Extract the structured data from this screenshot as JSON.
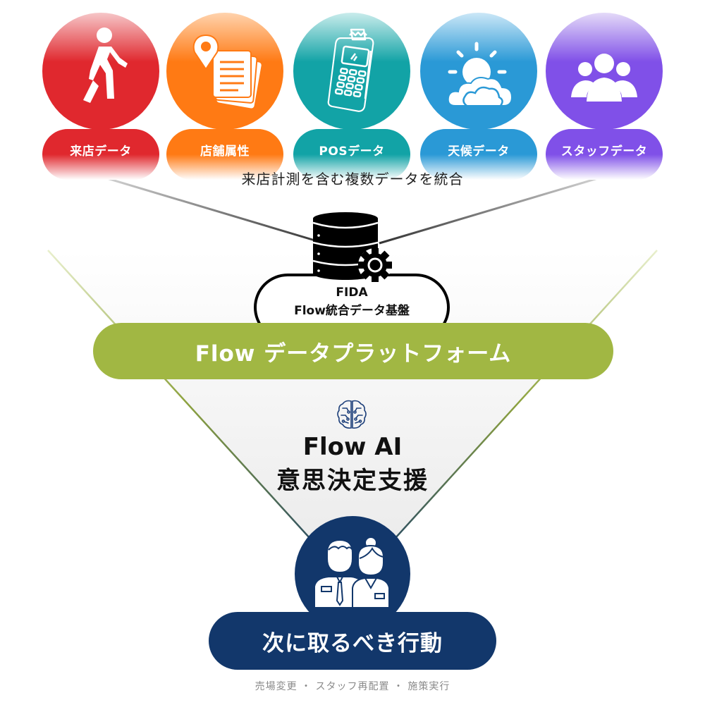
{
  "sources": [
    {
      "id": "visit",
      "label": "来店データ",
      "icon": "walking-person-icon",
      "color": "#e0282e"
    },
    {
      "id": "store",
      "label": "店舗属性",
      "icon": "map-pin-documents-icon",
      "color": "#ff7a14"
    },
    {
      "id": "pos",
      "label": "POSデータ",
      "icon": "pos-terminal-icon",
      "color": "#12a3a6"
    },
    {
      "id": "weather",
      "label": "天候データ",
      "icon": "sun-cloud-icon",
      "color": "#2a99d6"
    },
    {
      "id": "staff",
      "label": "スタッフデータ",
      "icon": "group-people-icon",
      "color": "#8050e8"
    }
  ],
  "integrate_caption": "来店計測を含む複数データを統合",
  "fida": {
    "title": "FIDA",
    "subtitle": "Flow統合データ基盤"
  },
  "platform": {
    "label": "Flow データプラットフォーム",
    "color": "#a1b743"
  },
  "ai": {
    "title": "Flow AI",
    "subtitle": "意思決定支援",
    "icon_color": "#1d3f7a"
  },
  "action": {
    "label": "次に取るべき行動",
    "caption": "売場変更 ・ スタッフ再配置 ・ 施策実行",
    "color": "#12376b"
  }
}
